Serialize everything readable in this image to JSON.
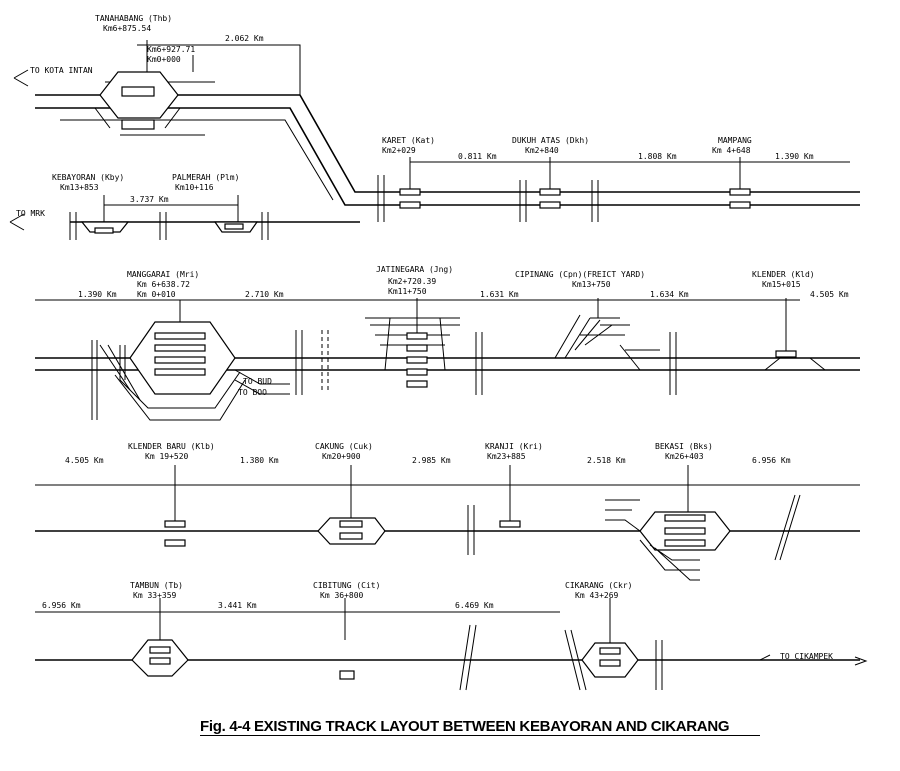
{
  "caption": "Fig. 4-4  EXISTING TRACK LAYOUT BETWEEN KEBAYORAN AND CIKARANG",
  "stations": [
    {
      "id": "tanahabang",
      "name": "TANAHABANG (Thb)",
      "km": [
        "Km6+875.54"
      ]
    },
    {
      "id": "tanahabang2",
      "name": "",
      "km": [
        "Km6+927.71",
        "Km0+000"
      ]
    },
    {
      "id": "karet",
      "name": "KARET (Kat)",
      "km": [
        "Km2+029"
      ]
    },
    {
      "id": "dukuh",
      "name": "DUKUH ATAS (Dkh)",
      "km": [
        "Km2+840"
      ]
    },
    {
      "id": "mampang",
      "name": "MAMPANG",
      "km": [
        "Km 4+648"
      ]
    },
    {
      "id": "kebayoran",
      "name": "KEBAYORAN (Kby)",
      "km": [
        "Km13+853"
      ]
    },
    {
      "id": "palmerah",
      "name": "PALMERAH (Plm)",
      "km": [
        "Km10+116"
      ]
    },
    {
      "id": "manggarai",
      "name": "MANGGARAI (Mri)",
      "km": [
        "Km 6+638.72",
        "Km 0+010"
      ]
    },
    {
      "id": "jatinegara",
      "name": "JATINEGARA (Jng)",
      "km": [
        "Km2+720.39",
        "Km11+750"
      ]
    },
    {
      "id": "cipinang",
      "name": "CIPINANG (Cpn)(FREICT YARD)",
      "km": [
        "Km13+750"
      ]
    },
    {
      "id": "klender",
      "name": "KLENDER (Kld)",
      "km": [
        "Km15+015"
      ]
    },
    {
      "id": "klenderbaru",
      "name": "KLENDER BARU (Klb)",
      "km": [
        "Km 19+520"
      ]
    },
    {
      "id": "cakung",
      "name": "CAKUNG (Cuk)",
      "km": [
        "Km20+900"
      ]
    },
    {
      "id": "kranji",
      "name": "KRANJI (Kri)",
      "km": [
        "Km23+885"
      ]
    },
    {
      "id": "bekasi",
      "name": "BEKASI (Bks)",
      "km": [
        "Km26+403"
      ]
    },
    {
      "id": "tambun",
      "name": "TAMBUN (Tb)",
      "km": [
        "Km 33+359"
      ]
    },
    {
      "id": "cibitung",
      "name": "CIBITUNG (Cit)",
      "km": [
        "Km 36+800"
      ]
    },
    {
      "id": "cikarang",
      "name": "CIKARANG (Ckr)",
      "km": [
        "Km 43+269"
      ]
    }
  ],
  "distances": [
    {
      "id": "d1",
      "text": "2.062 Km"
    },
    {
      "id": "d2",
      "text": "0.811 Km"
    },
    {
      "id": "d3",
      "text": "1.808 Km"
    },
    {
      "id": "d4",
      "text": "1.390 Km"
    },
    {
      "id": "d5",
      "text": "3.737 Km"
    },
    {
      "id": "d6",
      "text": "1.390 Km"
    },
    {
      "id": "d7",
      "text": "2.710 Km"
    },
    {
      "id": "d8",
      "text": "1.631 Km"
    },
    {
      "id": "d9",
      "text": "1.634 Km"
    },
    {
      "id": "d10",
      "text": "4.505 Km"
    },
    {
      "id": "d11",
      "text": "4.505 Km"
    },
    {
      "id": "d12",
      "text": "1.380 Km"
    },
    {
      "id": "d13",
      "text": "2.985 Km"
    },
    {
      "id": "d14",
      "text": "2.518 Km"
    },
    {
      "id": "d15",
      "text": "6.956 Km"
    },
    {
      "id": "d16",
      "text": "6.956 Km"
    },
    {
      "id": "d17",
      "text": "3.441 Km"
    },
    {
      "id": "d18",
      "text": "6.469 Km"
    }
  ],
  "directions": {
    "kota_intan": "TO KOTA INTAN",
    "mrk": "TO MRK",
    "bud": "TO BUD",
    "boo": "TO BOO",
    "cikampek": "TO CIKAMPEK"
  }
}
